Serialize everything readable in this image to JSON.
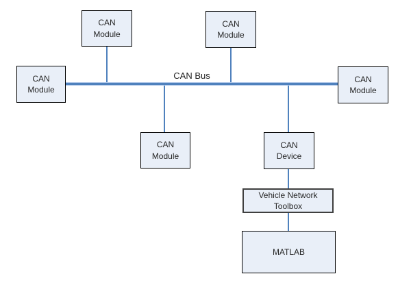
{
  "diagram": {
    "bus": {
      "label": "CAN Bus"
    },
    "nodes": [
      {
        "id": "can-module-top-left",
        "label": "CAN\nModule"
      },
      {
        "id": "can-module-top-right",
        "label": "CAN\nModule"
      },
      {
        "id": "can-module-left",
        "label": "CAN\nModule"
      },
      {
        "id": "can-module-right",
        "label": "CAN\nModule"
      },
      {
        "id": "can-module-bottom",
        "label": "CAN\nModule"
      },
      {
        "id": "can-device",
        "label": "CAN\nDevice"
      },
      {
        "id": "vehicle-network-toolbox",
        "label": "Vehicle Network\nToolbox"
      },
      {
        "id": "matlab",
        "label": "MATLAB"
      }
    ],
    "colors": {
      "node_fill": "#E9EFF8",
      "node_border": "#000000",
      "line": "#4F81BD"
    }
  }
}
